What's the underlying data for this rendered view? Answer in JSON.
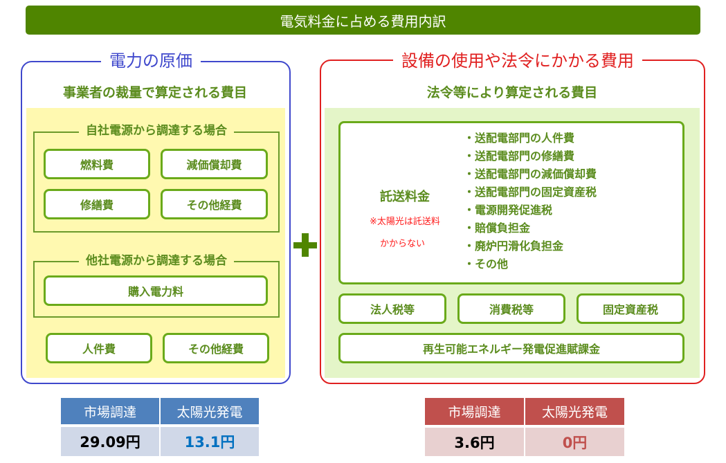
{
  "title": "電気料金に占める費用内訳",
  "left": {
    "heading": "電力の原価",
    "subtitle": "事業者の裁量で算定される費目",
    "group1": {
      "title": "自社電源から調達する場合",
      "items": [
        "燃料費",
        "減価償却費",
        "修繕費",
        "その他経費"
      ]
    },
    "group2": {
      "title": "他社電源から調達する場合",
      "items": [
        "購入電力料"
      ]
    },
    "other_items": [
      "人件費",
      "その他経費"
    ]
  },
  "right": {
    "heading": "設備の使用や法令にかかる費用",
    "subtitle": "法令等により算定される費目",
    "takuso": {
      "label": "託送料金",
      "note_line1": "※太陽光は託送料",
      "note_line2": "かからない",
      "items": [
        "・送配電部門の人件費",
        "・送配電部門の修繕費",
        "・送配電部門の減価償却費",
        "・送配電部門の固定資産税",
        "・電源開発促進税",
        "・賠償負担金",
        "・廃炉円滑化負担金",
        "・その他"
      ]
    },
    "taxes": [
      "法人税等",
      "消費税等",
      "固定資産税"
    ],
    "renewable": "再生可能エネルギー発電促進賦課金"
  },
  "table_left": {
    "headers": [
      "市場調達",
      "太陽光発電"
    ],
    "values": [
      "29.09円",
      "13.1円"
    ]
  },
  "table_right": {
    "headers": [
      "市場調達",
      "太陽光発電"
    ],
    "values": [
      "3.6円",
      "0円"
    ]
  },
  "colors": {
    "green": "#4f8500",
    "blue": "#3f48cc",
    "red": "#e02020"
  }
}
